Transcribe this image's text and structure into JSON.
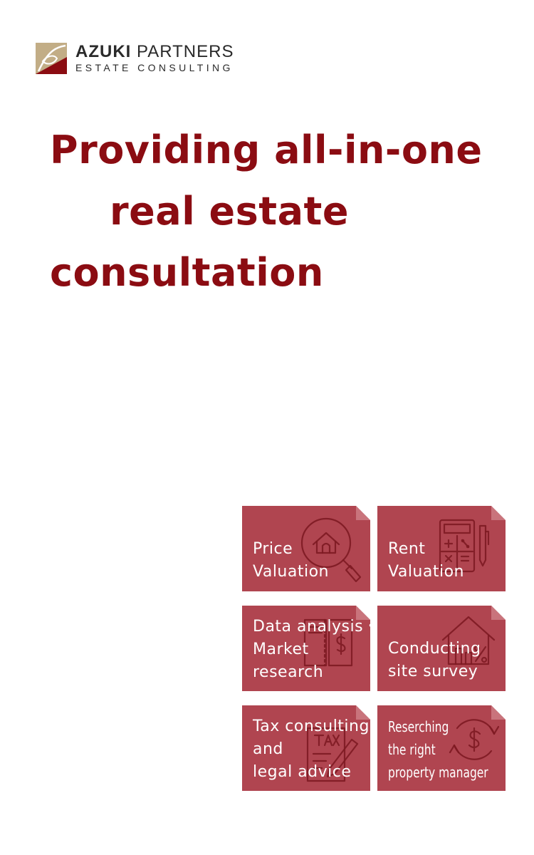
{
  "brand": {
    "name_bold": "AZUKI",
    "name_regular": "PARTNERS",
    "tagline": "ESTATE CONSULTING",
    "colors": {
      "primary": "#8b0c12",
      "tile": "#b04550",
      "logo_gold": "#c2ad86"
    }
  },
  "headline": {
    "line1": "Providing all-in-one",
    "line2": "real estate",
    "line3": "consultation"
  },
  "services": [
    {
      "line1": "Price",
      "line2": "Valuation",
      "icon": "house-magnifier-icon"
    },
    {
      "line1": "Rent",
      "line2": "Valuation",
      "icon": "calculator-pen-icon"
    },
    {
      "line1": "Data analysis・",
      "line2": "Market",
      "line3": "research",
      "icon": "document-dollar-icon"
    },
    {
      "line1": "Conducting",
      "line2": "site survey",
      "icon": "house-percent-icon"
    },
    {
      "line1": "Tax consulting",
      "line2": "and",
      "line3": "legal advice",
      "icon": "tax-document-icon"
    },
    {
      "line1": "Reserching",
      "line2": "the right",
      "line3": "property manager",
      "icon": "dollar-cycle-icon"
    }
  ]
}
